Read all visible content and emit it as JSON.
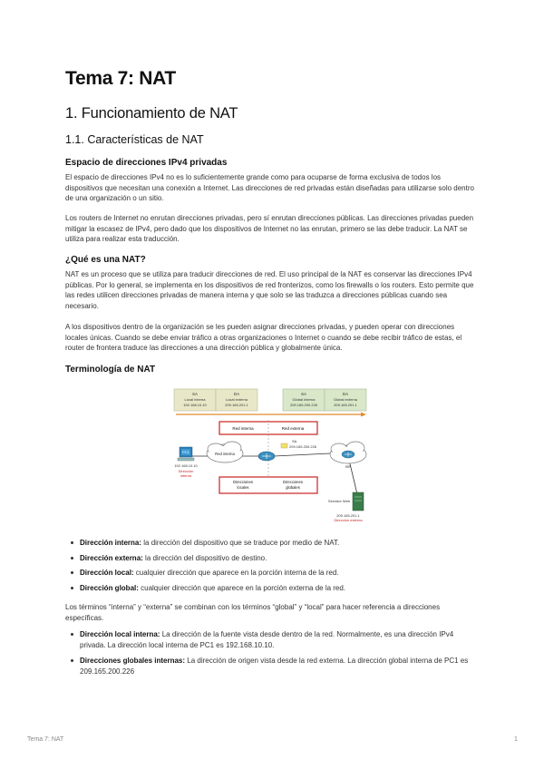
{
  "title": "Tema 7: NAT",
  "section": "1. Funcionamiento de NAT",
  "subsection": "1.1. Características de NAT",
  "h_espacio": "Espacio de direcciones IPv4 privadas",
  "p1": "El espacio de direcciones IPv4 no es lo suficientemente grande como para ocuparse de forma exclusiva de todos los dispositivos que necesitan una conexión a Internet. Las direcciones de red privadas  están diseñadas para utilizarse solo dentro de una organización o un sitio.",
  "p2": "Los routers de Internet no enrutan direcciones privadas, pero sí enrutan direcciones públicas. Las direcciones privadas pueden mitigar la escasez de IPv4, pero dado que los dispositivos de Internet no las enrutan, primero se las debe traducir. La NAT se utiliza para realizar esta traducción.",
  "h_que": "¿Qué es una NAT?",
  "p3": "NAT es un proceso que se utiliza para traducir direcciones de red. El uso principal de la NAT es conservar las direcciones IPv4 públicas. Por lo general, se implementa en los dispositivos de red fronterizos, como los firewalls o los routers. Esto permite que las redes utilicen direcciones privadas de manera interna y que solo se las traduzca a direcciones públicas cuando sea necesario.",
  "p4": "A los dispositivos dentro de la organización se les pueden asignar direcciones privadas, y pueden operar con direcciones locales únicas. Cuando se debe enviar tráfico a otras organizaciones o Internet o cuando se debe recibir tráfico de estas, el router de frontera traduce las direcciones a una dirección pública y globalmente única.",
  "h_term": "Terminología de NAT",
  "diagram": {
    "sa_left": "SA",
    "sa_left_sub": "Local interna",
    "sa_left_ip": "192.168.10.10",
    "da_left": "DA",
    "da_left_sub": "Local externa",
    "da_left_ip": "209.165.201.1",
    "sa_right": "SA",
    "sa_right_sub": "Global interna",
    "sa_right_ip": "209.165.200.226",
    "da_right": "DA",
    "da_right_sub": "Global externa",
    "da_right_ip": "209.165.201.1",
    "red_interna_label": "Red interna",
    "red_externa_label": "Red externa",
    "cloud_interna": "Red interna",
    "sa_mid": "SA",
    "sa_mid_ip": "209.165.200.226",
    "pc_name": "PC1",
    "pc_ip": "192.168.10.10",
    "pc_caption_1": "Dirección",
    "pc_caption_2": "interna",
    "isp": "ISP",
    "dir_locales_1": "Direcciones",
    "dir_locales_2": "locales",
    "dir_globales_1": "Direcciones",
    "dir_globales_2": "globales",
    "server_name": "Servidor Web",
    "server_ip": "209.165.201.1",
    "server_caption": "Dirección externa",
    "colors": {
      "inside_box": "#e8e8c8",
      "outside_box": "#d8e8c8",
      "red_line": "#cc2222",
      "arrow": "#e08a2a",
      "link": "#333333",
      "router": "#3a8fbf",
      "pc": "#2a7fb5"
    }
  },
  "bullets1": [
    {
      "term": "Dirección interna:",
      "text": " la dirección del dispositivo que se traduce por medio de NAT."
    },
    {
      "term": "Dirección externa:",
      "text": " la dirección del dispositivo de destino."
    },
    {
      "term": "Dirección local:",
      "text": " cualquier dirección que aparece en la porción interna de la red."
    },
    {
      "term": "Dirección global:",
      "text": " cualquier dirección que aparece en la porción externa de la red."
    }
  ],
  "p5": "Los términos “interna” y “externa” se combinan con los términos “global” y “local” para hacer referencia a direcciones específicas.",
  "bullets2": [
    {
      "term": "Dirección local interna:",
      "text": " La dirección de la fuente vista desde dentro de la red. Normalmente, es una dirección IPv4 privada. La dirección local interna de PC1 es 192.168.10.10."
    },
    {
      "term": "Direcciones globales internas:",
      "text": " La dirección de origen vista desde la red externa. La dirección global interna de PC1 es 209.165.200.226"
    }
  ],
  "footer_left": "Tema 7: NAT",
  "footer_right": "1"
}
